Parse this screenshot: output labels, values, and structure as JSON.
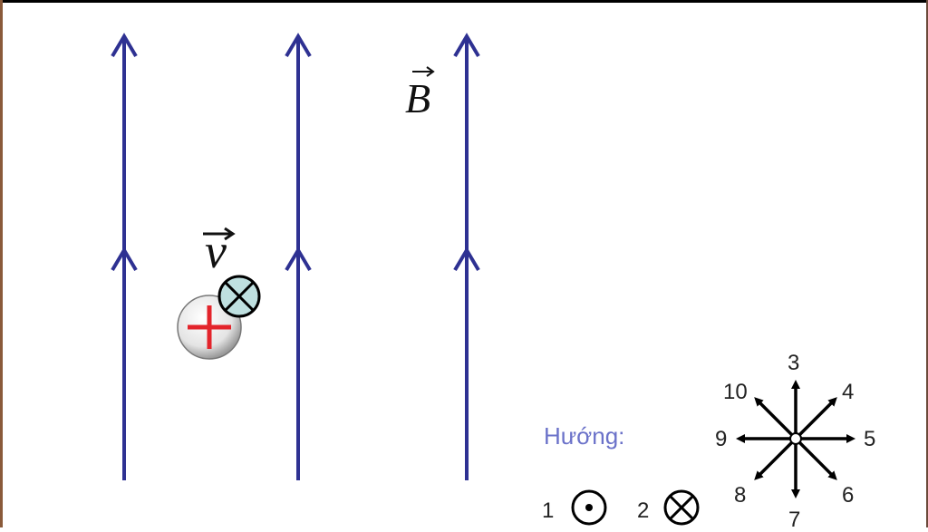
{
  "field": {
    "symbol": "B",
    "line_color": "#2e3192"
  },
  "velocity": {
    "symbol": "v"
  },
  "charge": {
    "sign_color": "#e3242b"
  },
  "directions": {
    "title": "Hướng:",
    "compass_labels": {
      "up": "3",
      "up_right": "4",
      "right": "5",
      "down_right": "6",
      "down": "7",
      "down_left": "8",
      "left": "9",
      "up_left": "10"
    },
    "out_of_page": {
      "number": "1",
      "icon": "dot-in-circle"
    },
    "into_page": {
      "number": "2",
      "icon": "cross-in-circle"
    }
  }
}
